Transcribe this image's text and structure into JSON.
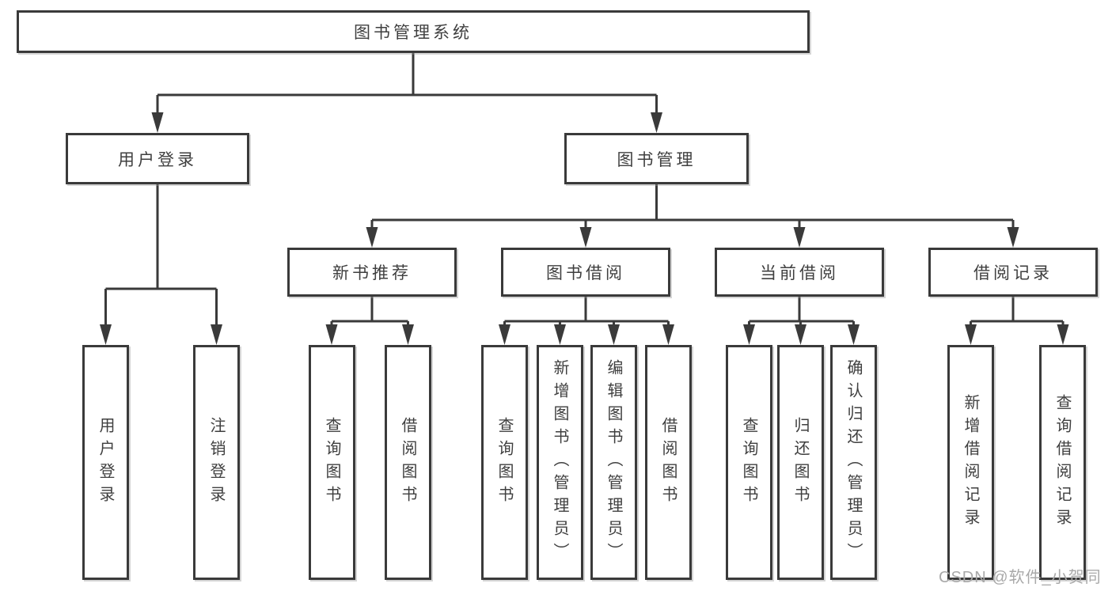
{
  "tree": {
    "root": {
      "label": "图书管理系统"
    },
    "branches": [
      {
        "label": "用户登录",
        "children": [
          {
            "label": "用户登录"
          },
          {
            "label": "注销登录"
          }
        ]
      },
      {
        "label": "图书管理",
        "children": [
          {
            "label": "新书推荐",
            "children": [
              {
                "label": "查询图书"
              },
              {
                "label": "借阅图书"
              }
            ]
          },
          {
            "label": "图书借阅",
            "children": [
              {
                "label": "查询图书"
              },
              {
                "label": "新增图书（管理员）"
              },
              {
                "label": "编辑图书（管理员）"
              },
              {
                "label": "借阅图书"
              }
            ]
          },
          {
            "label": "当前借阅",
            "children": [
              {
                "label": "查询图书"
              },
              {
                "label": "归还图书"
              },
              {
                "label": "确认归还（管理员）"
              }
            ]
          },
          {
            "label": "借阅记录",
            "children": [
              {
                "label": "新增借阅记录"
              },
              {
                "label": "查询借阅记录"
              }
            ]
          }
        ]
      }
    ]
  },
  "watermark": {
    "text": "CSDN @软件_小贺同学"
  },
  "colors": {
    "line": "#3a3a3a",
    "text": "#3f3f3f",
    "box_background": "#ffffff",
    "watermark": "#a9a9a9"
  }
}
